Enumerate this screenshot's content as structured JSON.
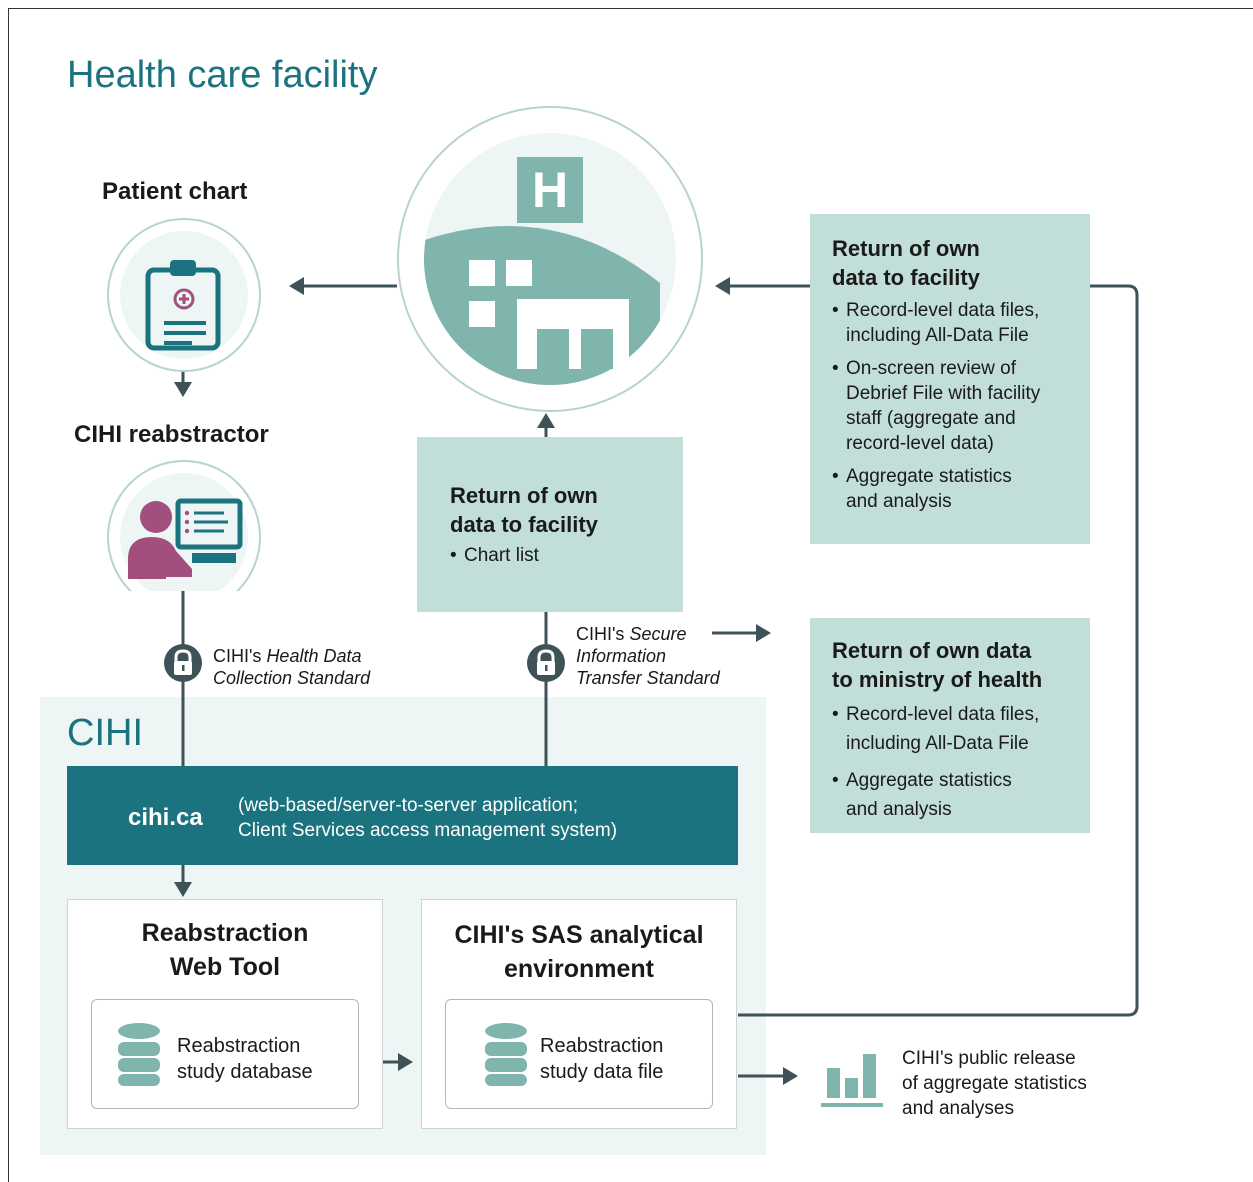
{
  "facility": {
    "title": "Health care facility"
  },
  "patient_chart": {
    "label": "Patient chart"
  },
  "reabstractor": {
    "label": "CIHI reabstractor"
  },
  "hospital_icon": {
    "letter": "H"
  },
  "center_box": {
    "title_line1": "Return of own",
    "title_line2": "data to facility",
    "items": [
      "Chart list"
    ]
  },
  "right_box_facility": {
    "title_line1": "Return of own",
    "title_line2": "data to facility",
    "items": [
      [
        "Record-level data files,",
        "including All-Data File"
      ],
      [
        "On-screen review of",
        "Debrief File with facility",
        "staff (aggregate and",
        "record-level data)"
      ],
      [
        "Aggregate statistics",
        "and analysis"
      ]
    ]
  },
  "right_box_ministry": {
    "title_line1": "Return of own data",
    "title_line2": "to ministry of health",
    "items": [
      [
        "Record-level data files,",
        "including All-Data File"
      ],
      [
        "Aggregate statistics",
        "and analysis"
      ]
    ]
  },
  "standards": {
    "left_prefix": "CIHI's ",
    "left_italic_1": "Health Data",
    "left_italic_2": "Collection Standard",
    "right_prefix": "CIHI's ",
    "right_italic_1": "Secure",
    "right_italic_2": "Information",
    "right_italic_3": "Transfer Standard"
  },
  "cihi": {
    "title": "CIHI",
    "bar_site": "cihi.ca",
    "bar_desc_1": "(web-based/server-to-server application;",
    "bar_desc_2": "Client Services access management system)"
  },
  "web_tool": {
    "title_1": "Reabstraction",
    "title_2": "Web Tool",
    "db_1": "Reabstraction",
    "db_2": "study database"
  },
  "sas": {
    "title_1": "CIHI's SAS analytical",
    "title_2": "environment",
    "db_1": "Reabstraction",
    "db_2": "study data file"
  },
  "public_release": {
    "line1": "CIHI's public release",
    "line2": "of aggregate statistics",
    "line3": "and analyses"
  },
  "colors": {
    "teal_dark": "#1a737f",
    "teal_icon": "#7fb5ad",
    "green_box": "#c1ded8",
    "connector": "#3e5257",
    "person": "#a34f7d"
  }
}
